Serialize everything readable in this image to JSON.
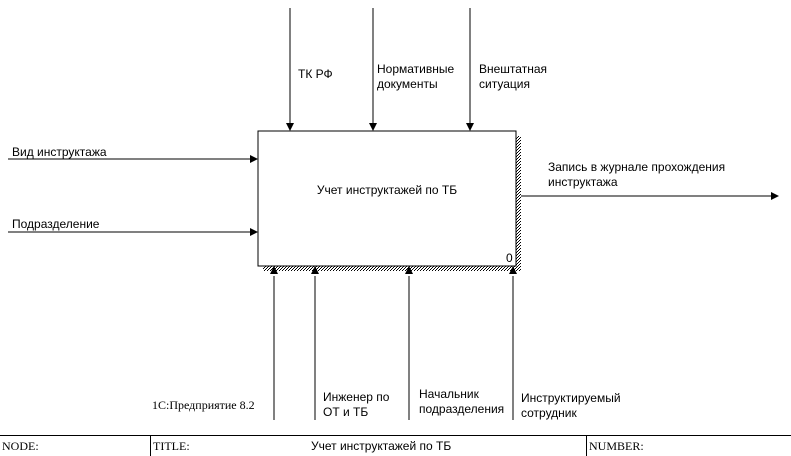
{
  "activity": {
    "title": "Учет инструктажей по ТБ",
    "number": "0"
  },
  "controls": [
    {
      "label": "ТК РФ"
    },
    {
      "label": "Нормативные\nдокументы"
    },
    {
      "label": "Внештатная\nситуация"
    }
  ],
  "inputs": [
    {
      "label": "Вид инструктажа"
    },
    {
      "label": "Подразделение"
    }
  ],
  "outputs": [
    {
      "label": "Запись в журнале прохождения\nинструктажа"
    }
  ],
  "mechanisms": [
    {
      "label": "1С:Предприятие 8.2"
    },
    {
      "label": "Инженер по\nОТ и ТБ"
    },
    {
      "label": "Начальник\nподразделения"
    },
    {
      "label": "Инструктируемый\nсотрудник"
    }
  ],
  "footer": {
    "node_label": "NODE:",
    "title_label": "TITLE:",
    "title_value": "Учет инструктажей по ТБ",
    "number_label": "NUMBER:"
  }
}
